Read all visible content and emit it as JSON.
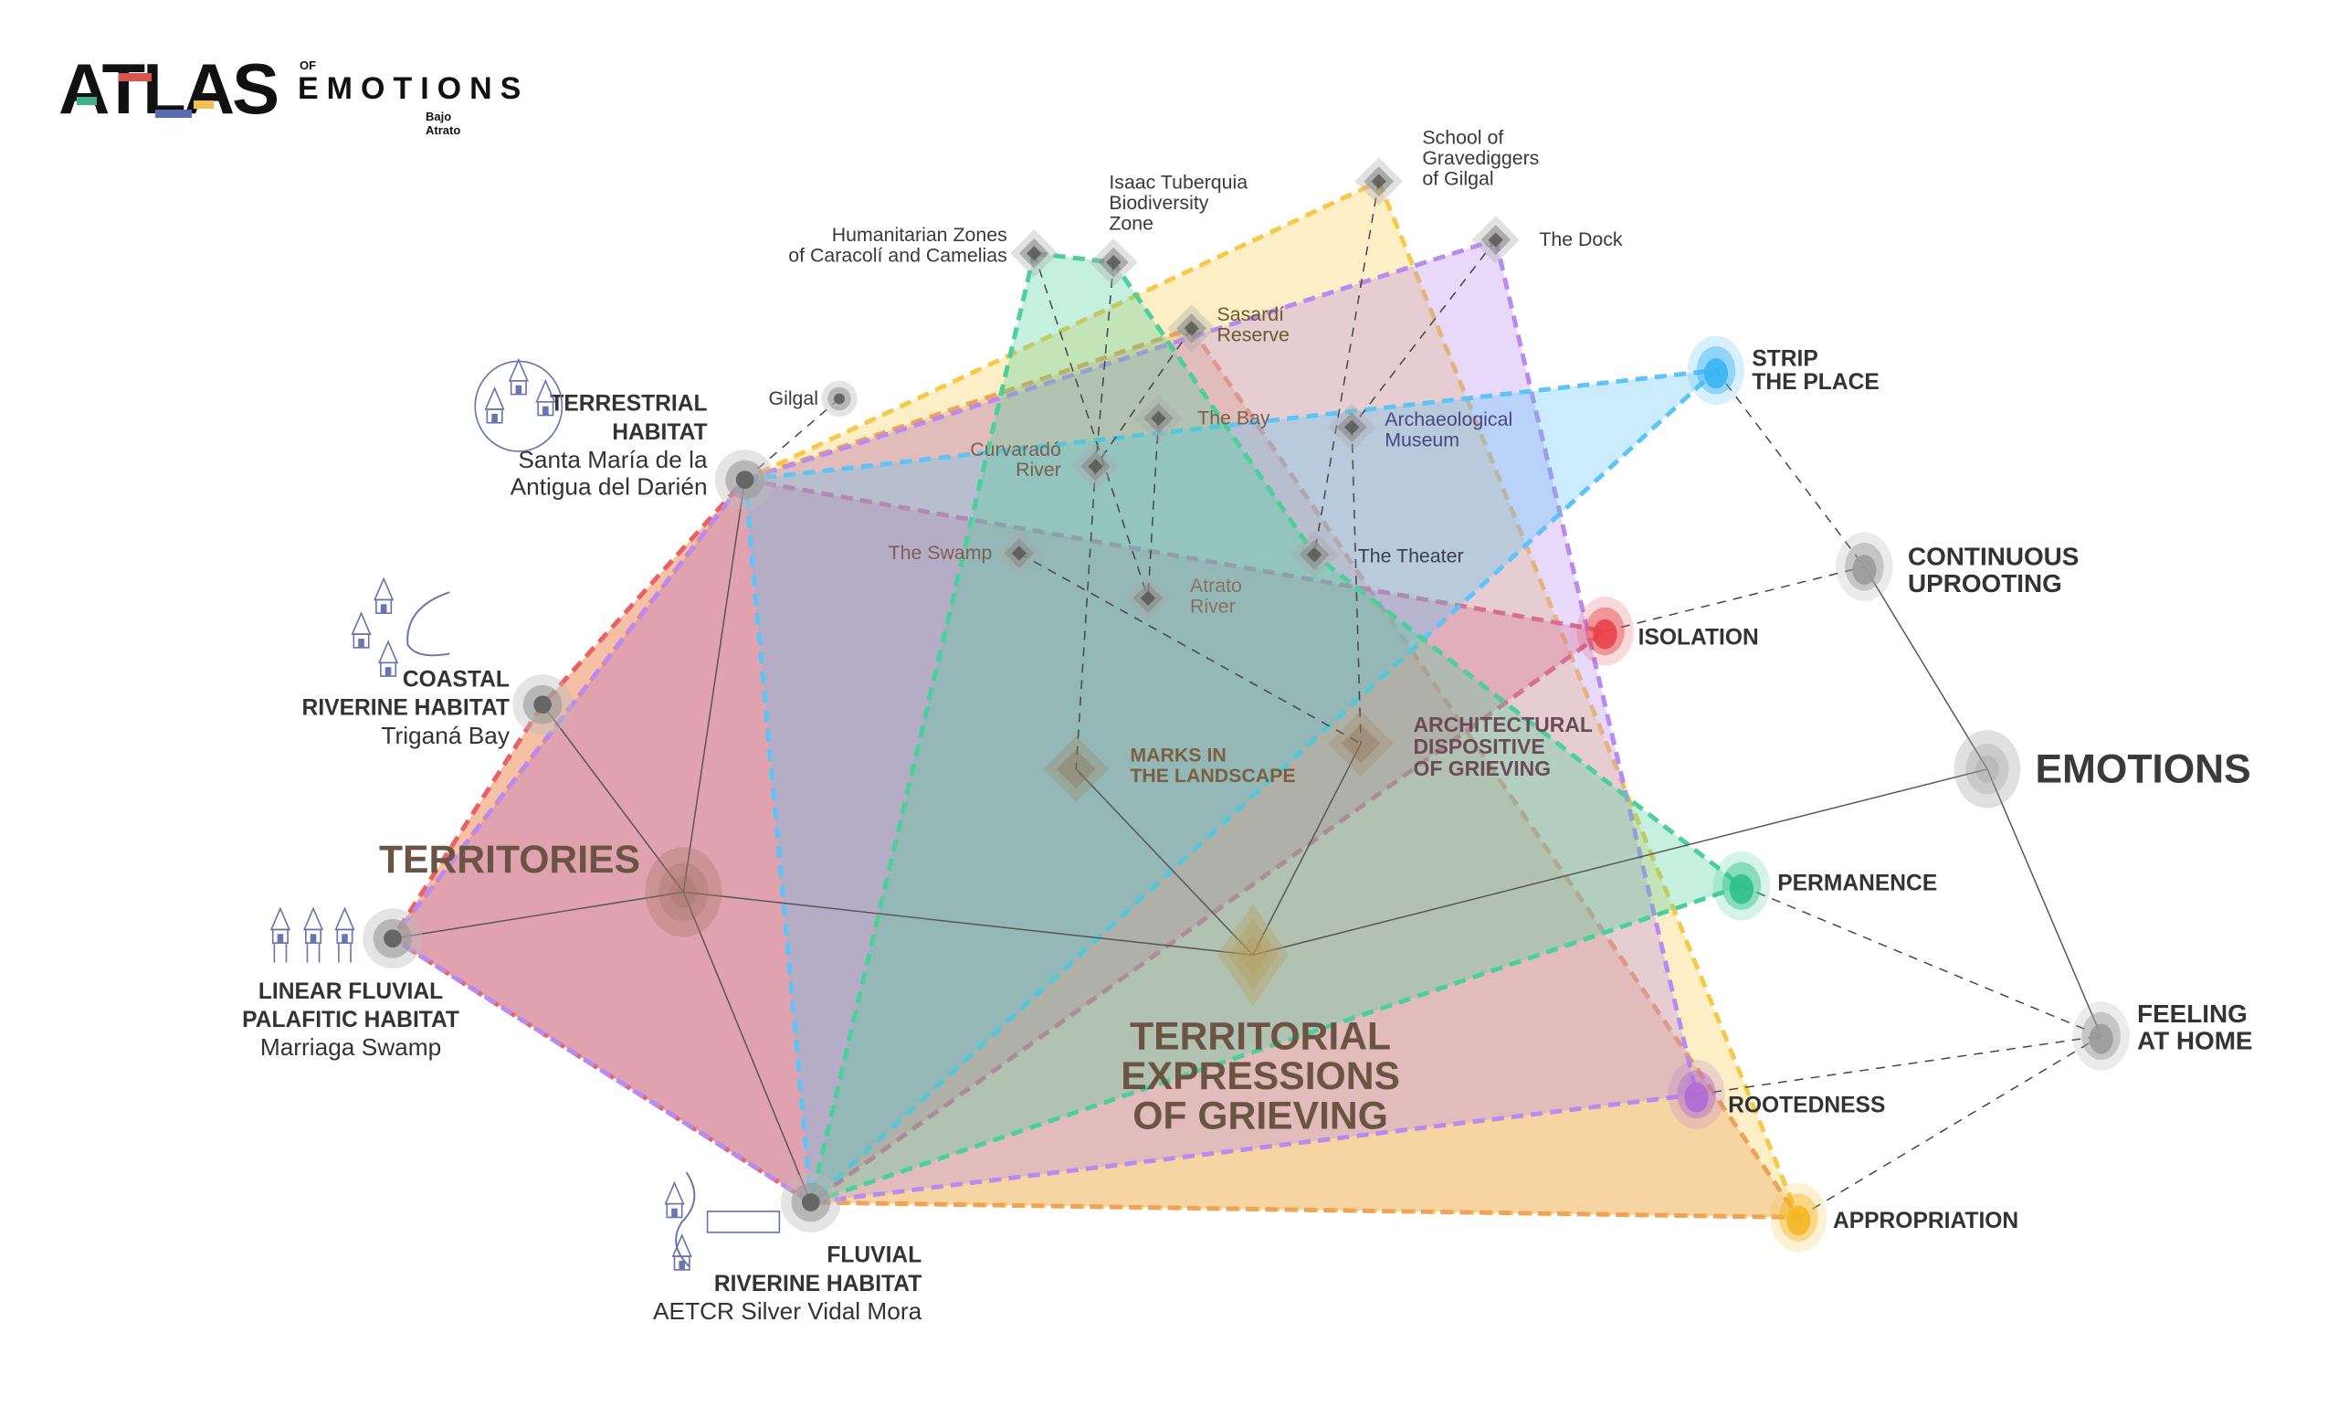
{
  "logo": {
    "title": "ATLAS",
    "of": "OF",
    "subtitle": "EMOTIONS",
    "region": "Bajo Atrato",
    "stripe_colors": [
      "#d9534f",
      "#3fb08a",
      "#5a6bb5",
      "#f0c24b"
    ]
  },
  "categories": {
    "territories": {
      "label": "TERRITORIES",
      "color": "#6b5443"
    },
    "expressions": {
      "label": "TERRITORIAL EXPRESSIONS OF GRIEVING",
      "lines": [
        "TERRITORIAL",
        "EXPRESSIONS",
        "OF GRIEVING"
      ],
      "color": "#6b5443"
    },
    "emotions": {
      "label": "EMOTIONS",
      "color": "#3a3a3a"
    }
  },
  "nodes": [
    {
      "id": "terrestrial",
      "type": "territory",
      "lines_bold": [
        "TERRESTRIAL",
        "HABITAT"
      ],
      "lines": [
        "Santa María de la",
        "Antigua del Darién"
      ]
    },
    {
      "id": "coastal",
      "type": "territory",
      "lines_bold": [
        "COASTAL",
        "RIVERINE HABITAT"
      ],
      "lines": [
        "Triganá Bay"
      ]
    },
    {
      "id": "linear",
      "type": "territory",
      "lines_bold": [
        "LINEAR FLUVIAL",
        "PALAFITIC HABITAT"
      ],
      "lines": [
        "Marriaga Swamp"
      ]
    },
    {
      "id": "fluvial",
      "type": "territory",
      "lines_bold": [
        "FLUVIAL",
        "RIVERINE HABITAT"
      ],
      "lines": [
        "AETCR Silver Vidal Mora"
      ]
    },
    {
      "id": "gilgal",
      "type": "place",
      "lines": [
        "Gilgal"
      ]
    },
    {
      "id": "humanitarian",
      "type": "place",
      "lines": [
        "Humanitarian Zones",
        "of Caracolí and Camelias"
      ]
    },
    {
      "id": "isaac",
      "type": "place",
      "lines": [
        "Isaac Tuberquia",
        "Biodiversity",
        "Zone"
      ]
    },
    {
      "id": "school",
      "type": "place",
      "lines": [
        "School of",
        "Gravediggers",
        "of Gilgal"
      ]
    },
    {
      "id": "dock",
      "type": "place",
      "lines": [
        "The Dock"
      ]
    },
    {
      "id": "sasardi",
      "type": "place",
      "lines": [
        "Sasardí",
        "Reserve"
      ]
    },
    {
      "id": "bay",
      "type": "place",
      "lines": [
        "The Bay"
      ]
    },
    {
      "id": "curvarado",
      "type": "place",
      "lines": [
        "Curvaradó",
        "River"
      ]
    },
    {
      "id": "museum",
      "type": "place",
      "lines": [
        "Archaeological",
        "Museum"
      ]
    },
    {
      "id": "swamp",
      "type": "place",
      "lines": [
        "The Swamp"
      ]
    },
    {
      "id": "atrato",
      "type": "place",
      "lines": [
        "Atrato",
        "River"
      ]
    },
    {
      "id": "theater",
      "type": "place",
      "lines": [
        "The Theater"
      ]
    },
    {
      "id": "marks",
      "type": "expression",
      "lines": [
        "MARKS IN",
        "THE LANDSCAPE"
      ]
    },
    {
      "id": "architectural",
      "type": "expression",
      "lines": [
        "ARCHITECTURAL",
        "DISPOSITIVE",
        "OF GRIEVING"
      ]
    },
    {
      "id": "strip",
      "type": "emotion",
      "lines": [
        "STRIP",
        "THE PLACE"
      ],
      "color": "#3ab4f2"
    },
    {
      "id": "continuous",
      "type": "emotion",
      "lines": [
        "CONTINUOUS",
        "UPROOTING"
      ],
      "color": "#9a9a9a"
    },
    {
      "id": "isolation",
      "type": "emotion",
      "lines": [
        "ISOLATION"
      ],
      "color": "#e8424a"
    },
    {
      "id": "permanence",
      "type": "emotion",
      "lines": [
        "PERMANENCE"
      ],
      "color": "#2ec18d"
    },
    {
      "id": "feeling",
      "type": "emotion",
      "lines": [
        "FEELING",
        "AT HOME"
      ],
      "color": "#9a9a9a"
    },
    {
      "id": "rootedness",
      "type": "emotion",
      "lines": [
        "ROOTEDNESS"
      ],
      "color": "#b06ad6"
    },
    {
      "id": "appropriation",
      "type": "emotion",
      "lines": [
        "APPROPRIATION"
      ],
      "color": "#f3b824"
    }
  ],
  "polygons": [
    {
      "name": "appropriation-area",
      "color": "#f6c94a",
      "nodes": [
        "school",
        "appropriation",
        "fluvial",
        "linear",
        "coastal",
        "terrestrial"
      ]
    },
    {
      "name": "sasardi-area",
      "color": "#eda35a",
      "nodes": [
        "sasardi",
        "appropriation",
        "fluvial",
        "linear",
        "terrestrial"
      ]
    },
    {
      "name": "isolation-area",
      "color": "#e8606a",
      "nodes": [
        "terrestrial",
        "isolation",
        "fluvial",
        "linear",
        "coastal"
      ]
    },
    {
      "name": "rootedness-area",
      "color": "#b98af0",
      "nodes": [
        "dock",
        "rootedness",
        "fluvial",
        "linear",
        "terrestrial"
      ]
    },
    {
      "name": "strip-area",
      "color": "#5ec3f5",
      "nodes": [
        "terrestrial",
        "strip",
        "fluvial"
      ]
    },
    {
      "name": "permanence-area",
      "color": "#4ccf9a",
      "nodes": [
        "humanitarian",
        "isaac",
        "theater",
        "permanence",
        "fluvial"
      ]
    }
  ],
  "links_solid": [
    [
      "terr_center",
      "terrestrial"
    ],
    [
      "terr_center",
      "coastal"
    ],
    [
      "terr_center",
      "linear"
    ],
    [
      "terr_center",
      "fluvial"
    ],
    [
      "terr_center",
      "expr_center"
    ],
    [
      "expr_center",
      "marks"
    ],
    [
      "expr_center",
      "architectural"
    ],
    [
      "expr_center",
      "emotions_center"
    ],
    [
      "continuous",
      "emotions_center"
    ],
    [
      "emotions_center",
      "feeling"
    ]
  ],
  "links_dashed": [
    [
      "gilgal",
      "terrestrial"
    ],
    [
      "strip",
      "continuous"
    ],
    [
      "isolation",
      "continuous"
    ],
    [
      "permanence",
      "feeling"
    ],
    [
      "rootedness",
      "feeling"
    ],
    [
      "appropriation",
      "feeling"
    ],
    [
      "humanitarian",
      "atrato"
    ],
    [
      "isaac",
      "curvarado"
    ],
    [
      "school",
      "theater"
    ],
    [
      "dock",
      "museum"
    ],
    [
      "sasardi",
      "curvarado"
    ],
    [
      "bay",
      "atrato"
    ],
    [
      "swamp",
      "architectural"
    ],
    [
      "curvarado",
      "marks"
    ],
    [
      "museum",
      "architectural"
    ]
  ]
}
